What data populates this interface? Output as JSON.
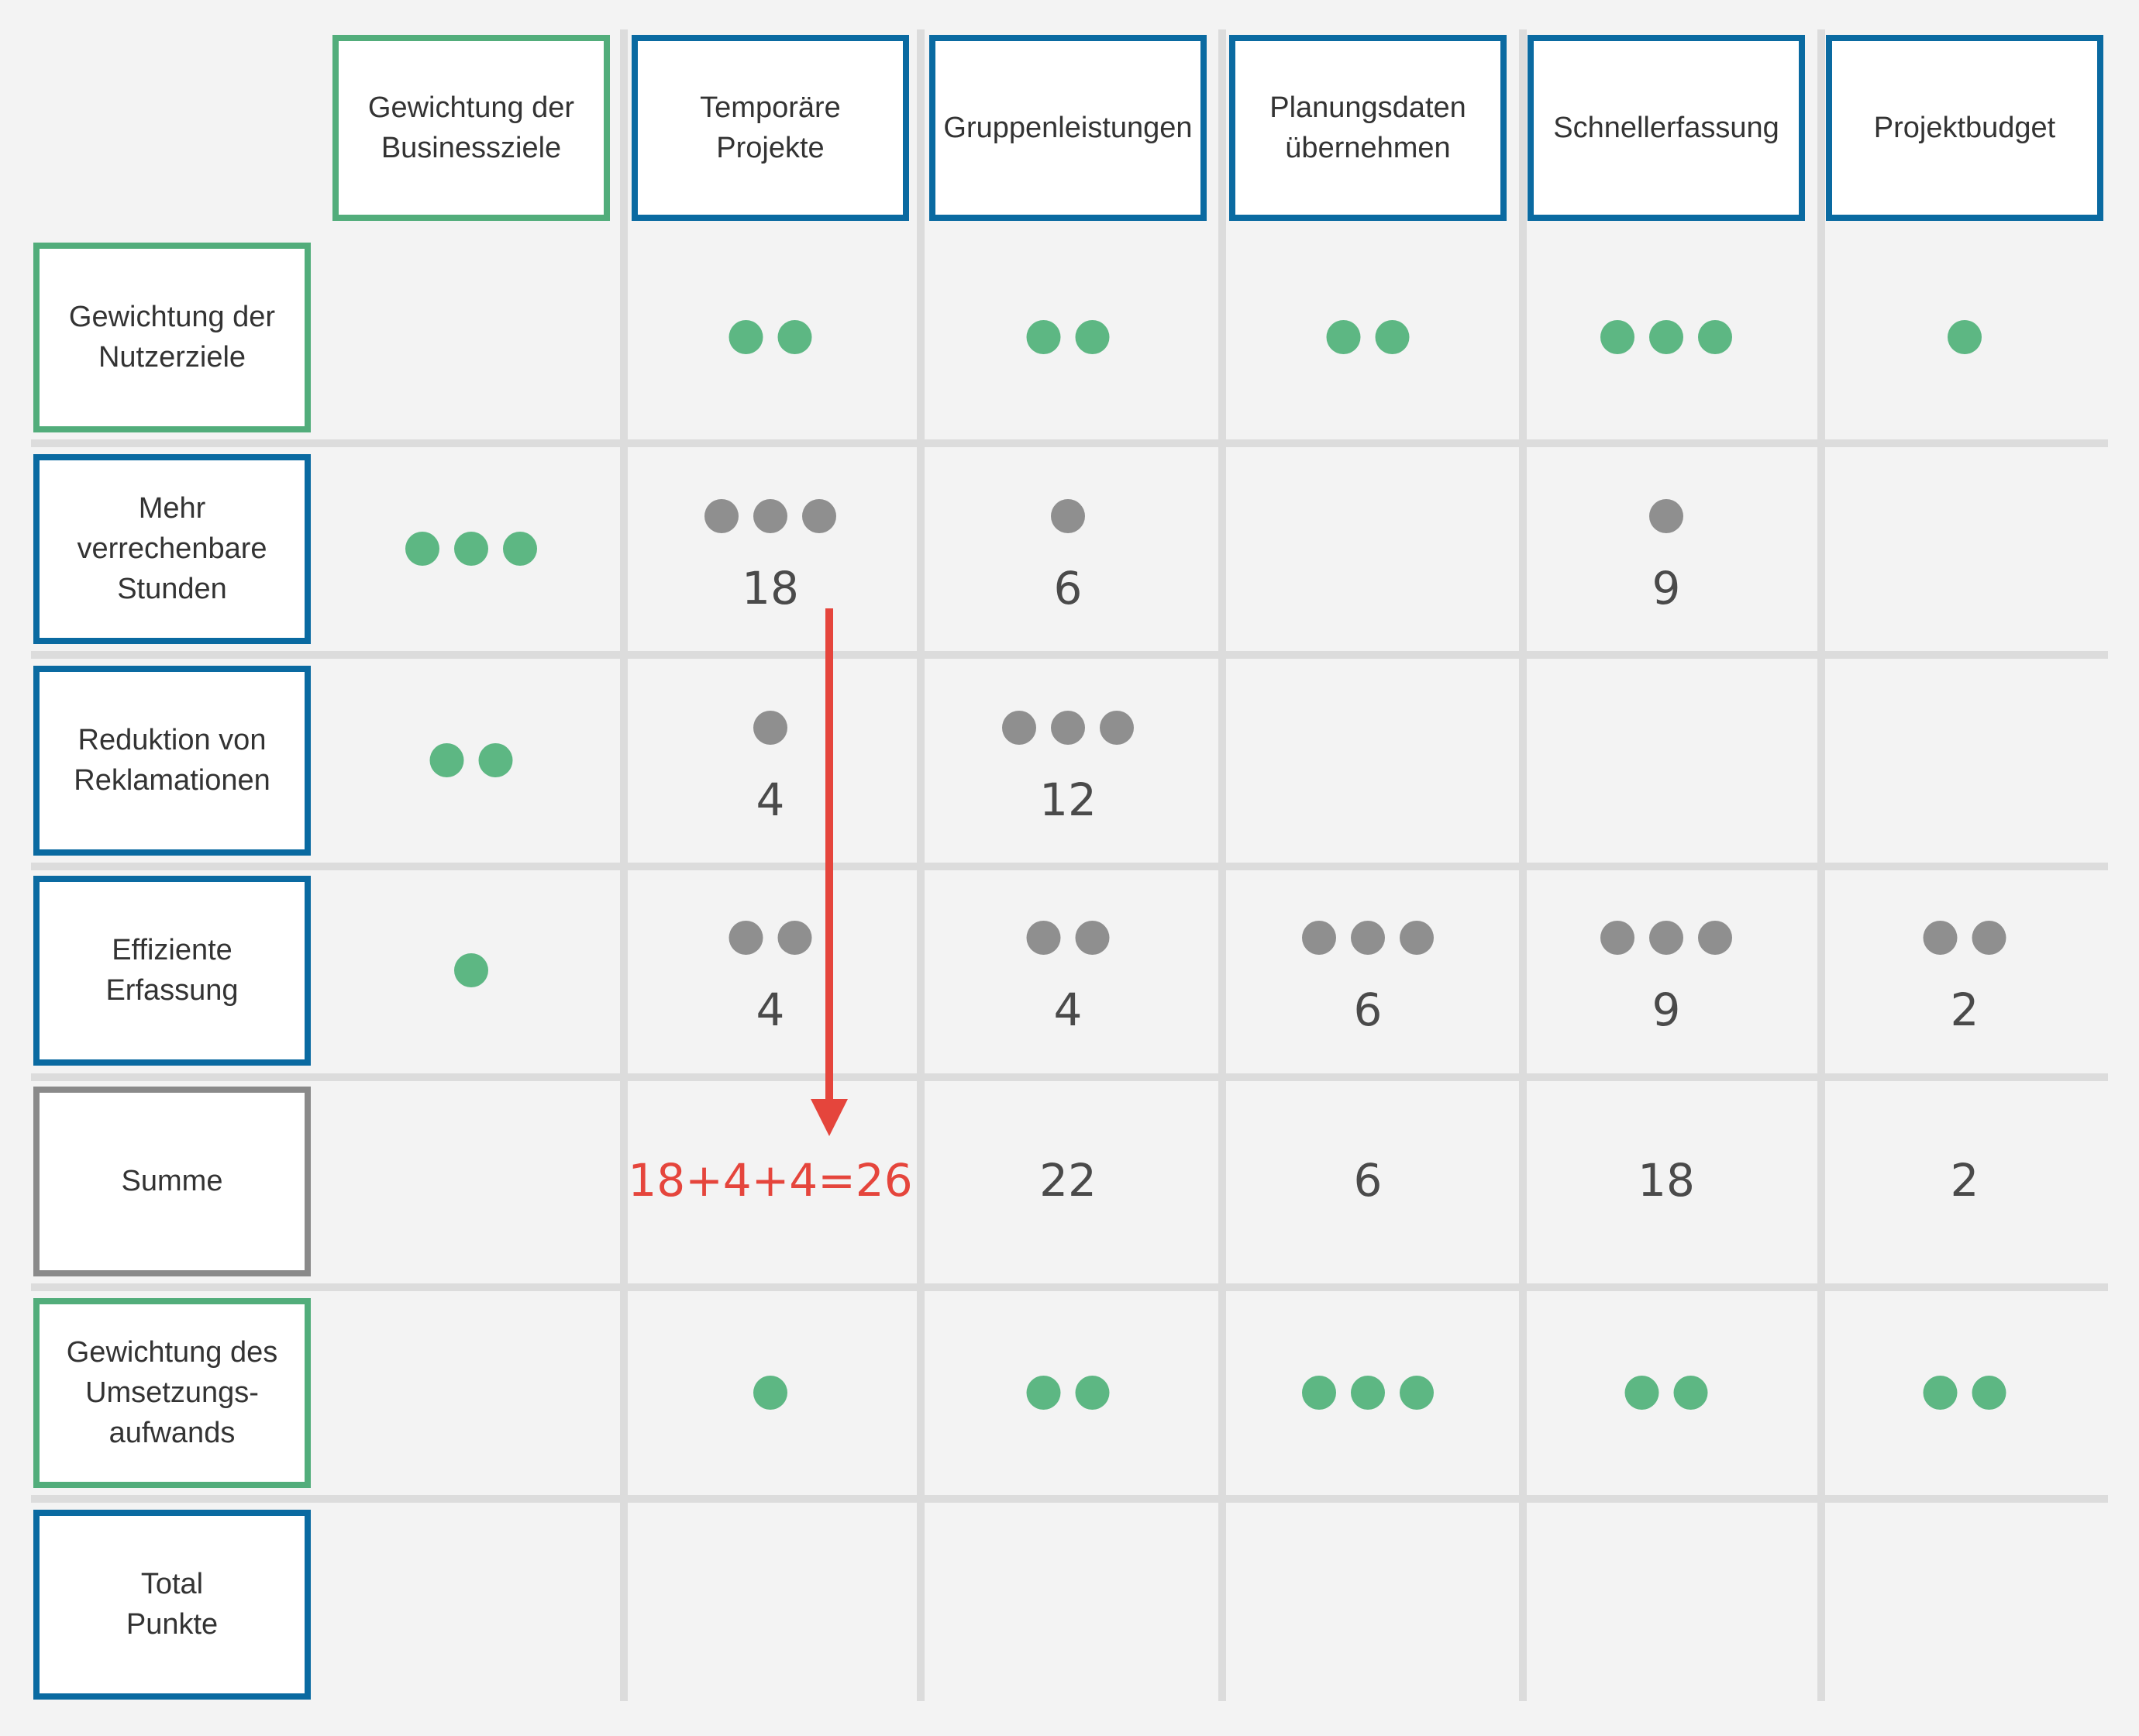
{
  "colors": {
    "background": "#f3f3f3",
    "grid_line": "#dcdcdc",
    "blue_border": "#0a6aa1",
    "green_border": "#52ad7b",
    "gray_border": "#8a8a8a",
    "green_dot": "#5db783",
    "gray_dot": "#8f8f8f",
    "number_text": "#4a4a4a",
    "highlight": "#e5453c"
  },
  "columns": [
    {
      "label": "Gewichtung der\nBusinessziele",
      "style": "green"
    },
    {
      "label": "Temporäre\nProjekte",
      "style": "blue"
    },
    {
      "label": "Gruppenleistungen",
      "style": "blue"
    },
    {
      "label": "Planungsdaten\nübernehmen",
      "style": "blue"
    },
    {
      "label": "Schnellerfassung",
      "style": "blue"
    },
    {
      "label": "Projektbudget",
      "style": "blue"
    }
  ],
  "rows": [
    {
      "label": "Gewichtung der\nNutzerziele",
      "style": "green",
      "cells": [
        null,
        {
          "dots": 2,
          "color": "green"
        },
        {
          "dots": 2,
          "color": "green"
        },
        {
          "dots": 2,
          "color": "green"
        },
        {
          "dots": 3,
          "color": "green"
        },
        {
          "dots": 1,
          "color": "green"
        }
      ]
    },
    {
      "label": "Mehr verrechenbare\nStunden",
      "style": "blue",
      "cells": [
        {
          "dots": 3,
          "color": "green"
        },
        {
          "dots": 3,
          "color": "gray",
          "value": "18"
        },
        {
          "dots": 1,
          "color": "gray",
          "value": "6"
        },
        null,
        {
          "dots": 1,
          "color": "gray",
          "value": "9"
        },
        null
      ]
    },
    {
      "label": "Reduktion von\nReklamationen",
      "style": "blue",
      "cells": [
        {
          "dots": 2,
          "color": "green"
        },
        {
          "dots": 1,
          "color": "gray",
          "value": "4"
        },
        {
          "dots": 3,
          "color": "gray",
          "value": "12"
        },
        null,
        null,
        null
      ]
    },
    {
      "label": "Effiziente Erfassung",
      "style": "blue",
      "cells": [
        {
          "dots": 1,
          "color": "green"
        },
        {
          "dots": 2,
          "color": "gray",
          "value": "4"
        },
        {
          "dots": 2,
          "color": "gray",
          "value": "4"
        },
        {
          "dots": 3,
          "color": "gray",
          "value": "6"
        },
        {
          "dots": 3,
          "color": "gray",
          "value": "9"
        },
        {
          "dots": 2,
          "color": "gray",
          "value": "2"
        }
      ]
    },
    {
      "label": "Summe",
      "style": "gray",
      "cells": [
        null,
        {
          "value": "18+4+4=26",
          "accent": true
        },
        {
          "value": "22"
        },
        {
          "value": "6"
        },
        {
          "value": "18"
        },
        {
          "value": "2"
        }
      ]
    },
    {
      "label": "Gewichtung des\nUmsetzungs-\naufwands",
      "style": "green",
      "cells": [
        null,
        {
          "dots": 1,
          "color": "green"
        },
        {
          "dots": 2,
          "color": "green"
        },
        {
          "dots": 3,
          "color": "green"
        },
        {
          "dots": 2,
          "color": "green"
        },
        {
          "dots": 2,
          "color": "green"
        }
      ]
    },
    {
      "label": "Total\nPunkte",
      "style": "blue",
      "cells": [
        null,
        null,
        null,
        null,
        null,
        null
      ]
    }
  ]
}
